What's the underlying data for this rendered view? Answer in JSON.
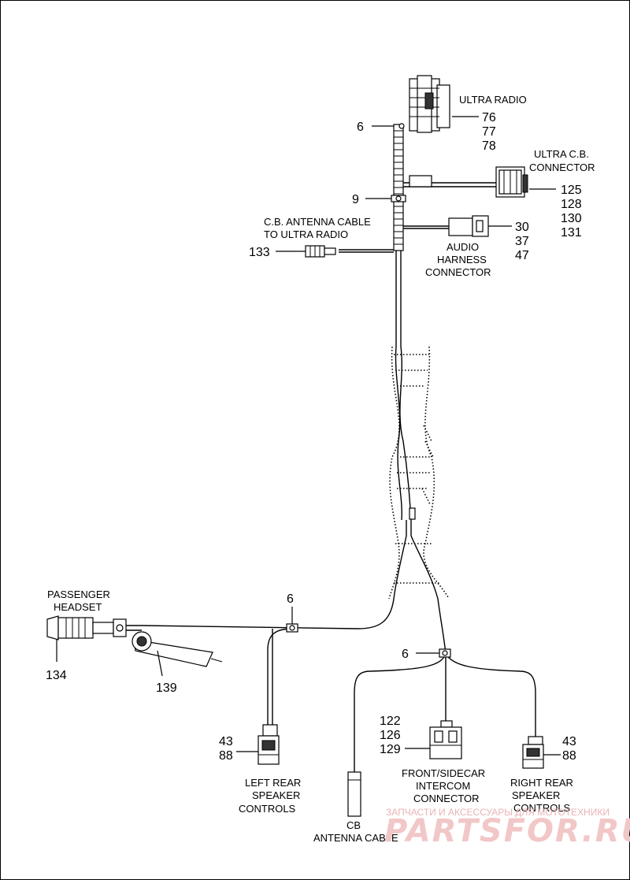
{
  "labels": {
    "ultra_radio": "ULTRA RADIO",
    "ultra_cb_line1": "ULTRA C.B.",
    "ultra_cb_line2": "CONNECTOR",
    "cb_antenna_line1": "C.B. ANTENNA CABLE",
    "cb_antenna_line2": "TO ULTRA RADIO",
    "audio_line1": "AUDIO",
    "audio_line2": "HARNESS",
    "audio_line3": "CONNECTOR",
    "passenger_line1": "PASSENGER",
    "passenger_line2": "HEADSET",
    "left_rear_line1": "LEFT REAR",
    "left_rear_line2": "SPEAKER",
    "left_rear_line3": "CONTROLS",
    "front_sidecar_line1": "FRONT/SIDECAR",
    "front_sidecar_line2": "INTERCOM",
    "front_sidecar_line3": "CONNECTOR",
    "right_rear_line1": "RIGHT REAR",
    "right_rear_line2": "SPEAKER",
    "right_rear_line3": "CONTROLS",
    "cb_antenna_bottom_line1": "CB",
    "cb_antenna_bottom_line2": "ANTENNA CABLE"
  },
  "callouts": {
    "radio": [
      "76",
      "77",
      "78"
    ],
    "cb_connector": [
      "125",
      "128",
      "130",
      "131"
    ],
    "audio": [
      "30",
      "37",
      "47"
    ],
    "clip_top": "6",
    "clip_mid": "9",
    "antenna": "133",
    "headset": "134",
    "item_139": "139",
    "clip_left": "6",
    "clip_right": "6",
    "left_speaker": [
      "43",
      "88"
    ],
    "intercom": [
      "122",
      "126",
      "129"
    ],
    "right_speaker": [
      "43",
      "88"
    ]
  },
  "watermark": {
    "line1": "ЗАПЧАСТИ И АКСЕССУАРЫ ДЛЯ МОТОТЕХНИКИ",
    "line2": "PARTSFOR.RU"
  }
}
